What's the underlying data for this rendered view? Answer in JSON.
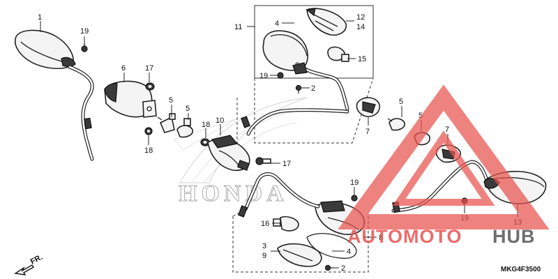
{
  "diagram": {
    "code": "MKG4F3500",
    "front_label": "FR.",
    "callouts": {
      "c1": "1",
      "c19a": "19",
      "c6": "6",
      "c17a": "17",
      "c5a": "5",
      "c5b": "5",
      "c18a": "18",
      "c18b": "18",
      "c10": "10",
      "c17b": "17",
      "c11": "11",
      "c4a": "4",
      "c12": "12",
      "c14": "14",
      "c15": "15",
      "c19b": "19",
      "c2a": "2",
      "c5c": "5",
      "c7a": "7",
      "c5d": "5",
      "c7b": "7",
      "c19c": "19",
      "c19d": "19",
      "c13": "13",
      "c16": "16",
      "c8": "8",
      "c3": "3",
      "c9": "9",
      "c4b": "4",
      "c2b": "2"
    }
  },
  "watermarks": {
    "brand_outline": "HONDA",
    "overlay_left": "AUTOMOTO",
    "overlay_right": "HUB",
    "overlay_color": "#e8534f"
  }
}
